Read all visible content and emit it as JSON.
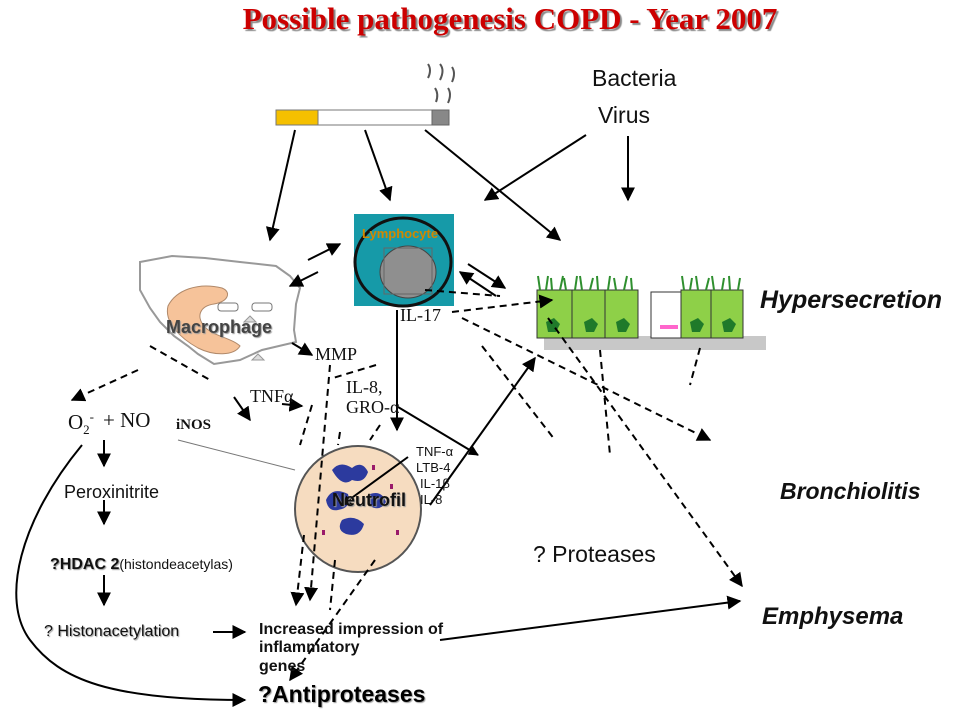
{
  "title": "Possible pathogenesis COPD - Year 2007",
  "labels": {
    "bacteria": "Bacteria",
    "virus": "Virus",
    "lymphocyte": "Lymphocyte",
    "macrophage": "Macrophage",
    "hypersecretion": "Hypersecretion",
    "il17": "IL-17",
    "mmp": "MMP",
    "tnfa": "TNFα",
    "il8": "IL-8,",
    "groa": "GRO-α",
    "o2": "O",
    "o2_sub": "2",
    "o2_sup": "-",
    "plus_no": "+ NO",
    "inos": "iNOS",
    "peroxinitrite": "Peroxinitrite",
    "neutrofil": "Neutrofil",
    "neutro_tnf": "TNF-α",
    "neutro_ltb4": "LTB-4",
    "neutro_il1b": "IL-1β",
    "neutro_il8": "IL-8",
    "bronchiolitis": "Bronchiolitis",
    "hdac": "?HDAC 2",
    "hdac_paren": "(histondeacetylas)",
    "proteases": "? Proteases",
    "histonacetylation": "? Histonacetylation",
    "increased": "Increased impression of",
    "inflammatory": "inflammatory",
    "genes": "genes",
    "emphysema": "Emphysema",
    "antiproteases": "?Antiproteases"
  },
  "colors": {
    "title": "#cc0000",
    "lymphocyte_bg": "#169aa8",
    "macrophage_nucleus": "#f6c39a",
    "neutrophil_bg": "#f6dcc0",
    "neutrophil_nuclei": "#2c3a9e",
    "epithelium_green": "#8ed048",
    "cilia": "#2f8f2f",
    "cell_nucleus": "#1f7a2a",
    "goblet": "#ff66cc",
    "basement": "#c8c8c8",
    "cigarette_filter": "#f5c000"
  }
}
